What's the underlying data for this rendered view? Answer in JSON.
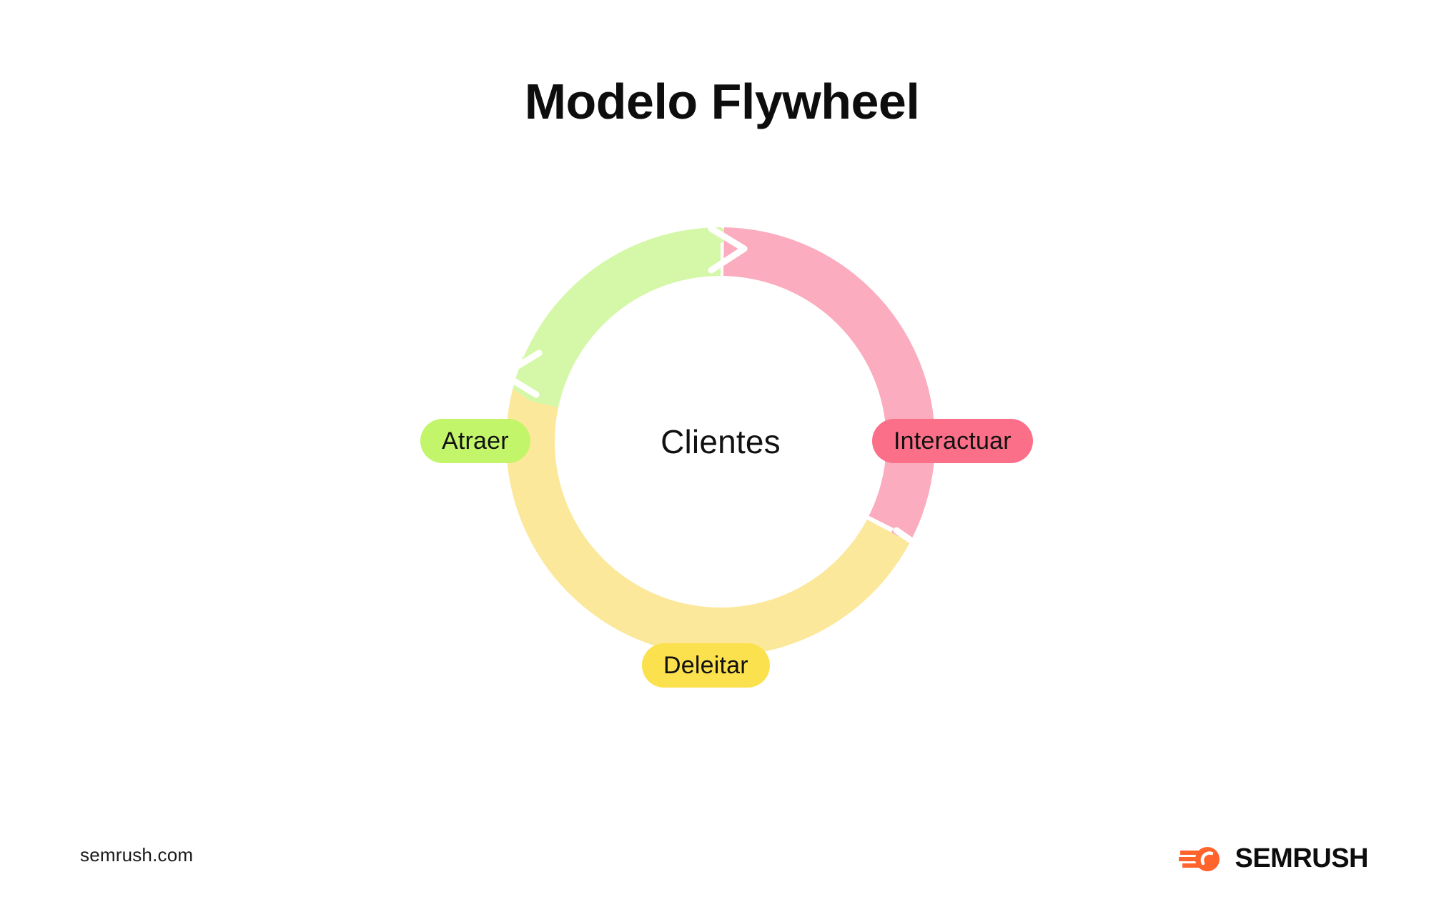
{
  "page": {
    "title": "Modelo Flywheel",
    "background": "#ffffff"
  },
  "flywheel": {
    "center_label": "Clientes",
    "segments": [
      {
        "id": "attract",
        "label": "Atraer",
        "arc_color": "#d5f8a8",
        "pill_color": "#c3f56a",
        "position": "left",
        "start_angle": 190,
        "end_angle": 310
      },
      {
        "id": "engage",
        "label": "Interactuar",
        "arc_color": "#fbacbe",
        "pill_color": "#fb6f89",
        "position": "right",
        "start_angle": 312,
        "end_angle": 70
      },
      {
        "id": "delight",
        "label": "Deleitar",
        "arc_color": "#fce89a",
        "pill_color": "#fce14f",
        "position": "bottom",
        "start_angle": 72,
        "end_angle": 188
      }
    ]
  },
  "footer": {
    "url": "semrush.com",
    "brand_name": "SEMRUSH",
    "brand_color": "#ff642d",
    "brand_icon": "semrush-comet-icon"
  }
}
